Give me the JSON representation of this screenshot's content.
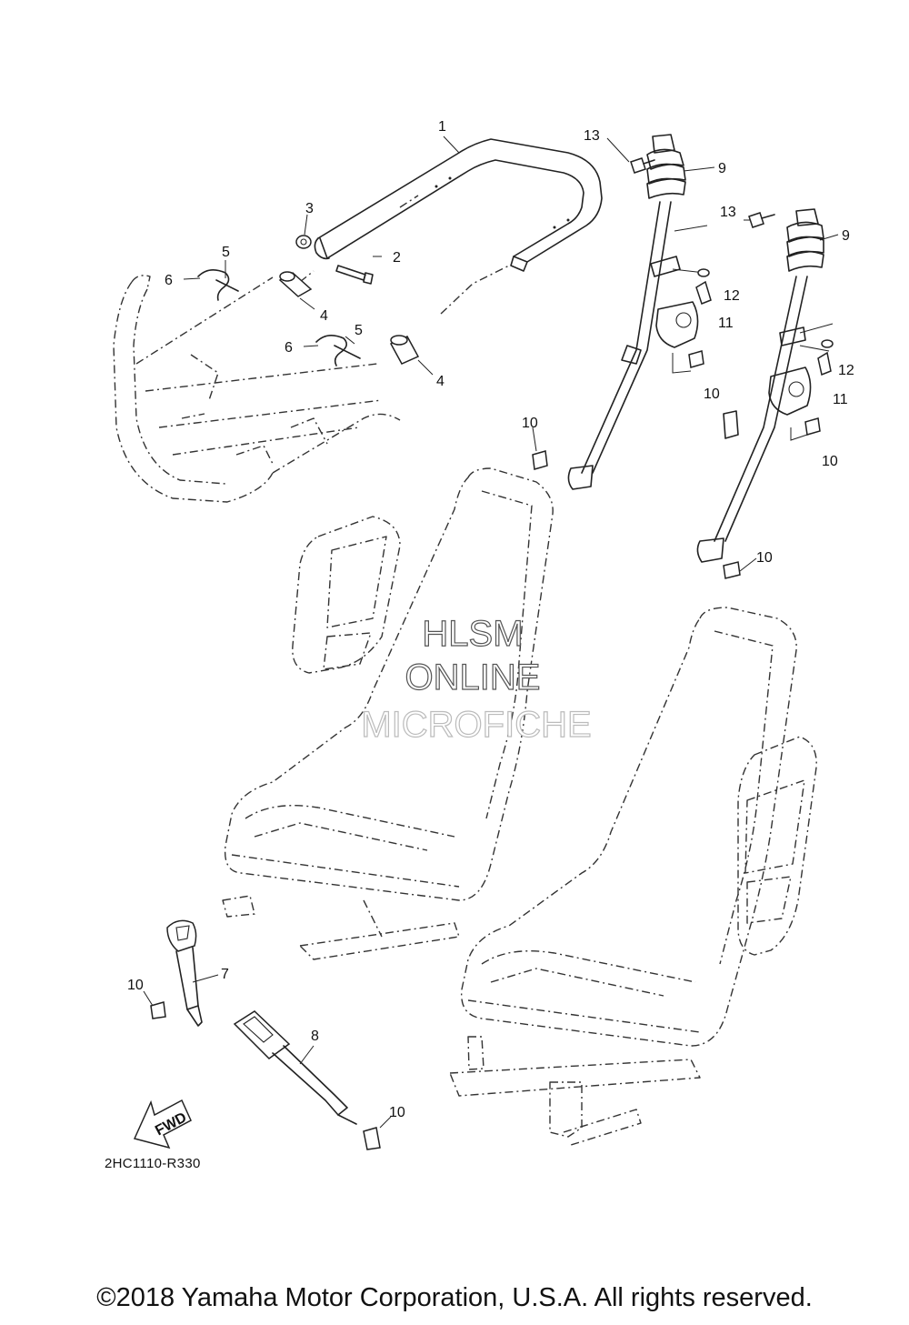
{
  "diagram": {
    "callouts": [
      {
        "id": "1",
        "label": "1"
      },
      {
        "id": "2",
        "label": "2"
      },
      {
        "id": "3",
        "label": "3"
      },
      {
        "id": "4a",
        "label": "4"
      },
      {
        "id": "4b",
        "label": "4"
      },
      {
        "id": "5a",
        "label": "5"
      },
      {
        "id": "5b",
        "label": "5"
      },
      {
        "id": "6a",
        "label": "6"
      },
      {
        "id": "6b",
        "label": "6"
      },
      {
        "id": "7",
        "label": "7"
      },
      {
        "id": "8",
        "label": "8"
      },
      {
        "id": "9a",
        "label": "9"
      },
      {
        "id": "9b",
        "label": "9"
      },
      {
        "id": "10a",
        "label": "10"
      },
      {
        "id": "10b",
        "label": "10"
      },
      {
        "id": "10c",
        "label": "10"
      },
      {
        "id": "10d",
        "label": "10"
      },
      {
        "id": "10e",
        "label": "10"
      },
      {
        "id": "10f",
        "label": "10"
      },
      {
        "id": "11a",
        "label": "11"
      },
      {
        "id": "11b",
        "label": "11"
      },
      {
        "id": "12a",
        "label": "12"
      },
      {
        "id": "12b",
        "label": "12"
      },
      {
        "id": "13a",
        "label": "13"
      },
      {
        "id": "13b",
        "label": "13"
      }
    ],
    "fwd_label": "FWD",
    "code": "2HC1110-R330"
  },
  "watermark": {
    "line1": "HLSM",
    "line2": "ONLINE",
    "line3": "MICROFICHE"
  },
  "copyright": "©2018 Yamaha Motor Corporation, U.S.A. All rights reserved."
}
